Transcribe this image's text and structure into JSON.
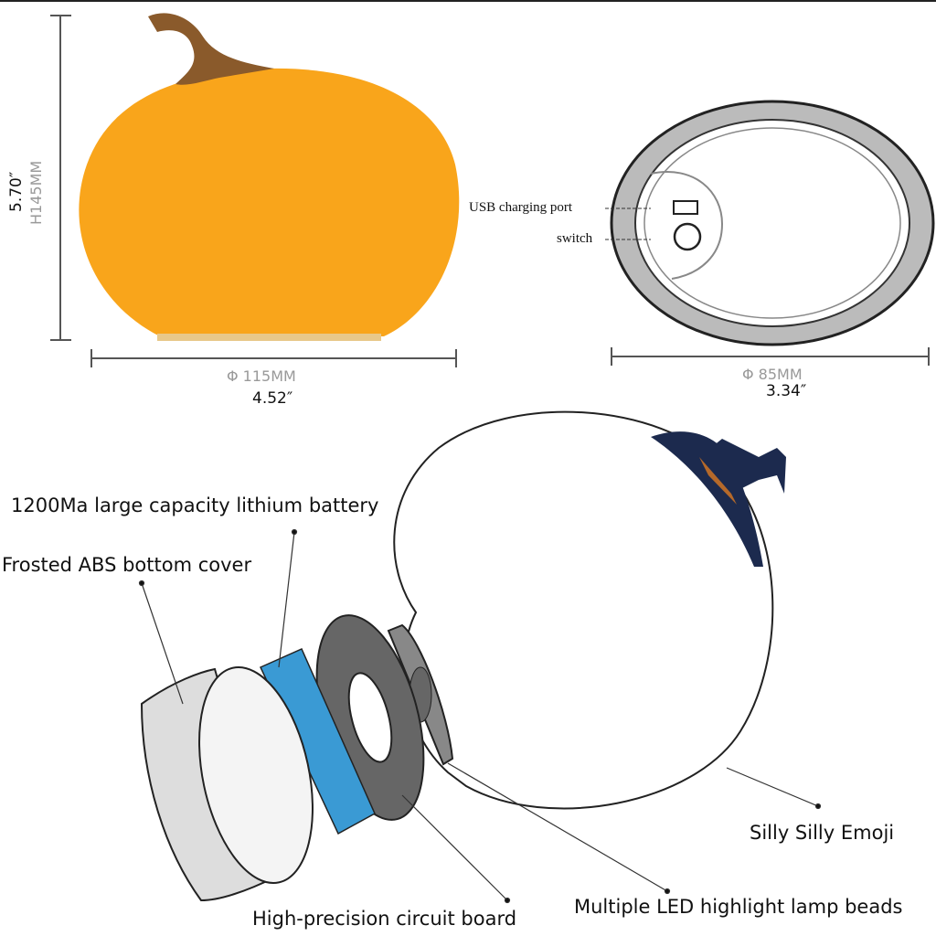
{
  "dimensions": {
    "height_in": "5.70″",
    "height_mm": "H145MM",
    "width_mm": "Φ 115MM",
    "width_in": "4.52″",
    "base_mm": "Φ 85MM",
    "base_in": "3.34″"
  },
  "bottom_view": {
    "usb_label": "USB charging port",
    "switch_label": "switch"
  },
  "exploded_view": {
    "battery": "1200Ma large capacity lithium battery",
    "cover": "Frosted ABS bottom cover",
    "emoji": "Silly Silly Emoji",
    "circuit": "High-precision circuit board",
    "led": "Multiple LED highlight lamp beads"
  },
  "colors": {
    "pumpkin": "#f9a51b",
    "stem": "#8a5a2b",
    "battery": "#3a9ad4",
    "hat": "#1c2a4e",
    "hatband": "#b5692a"
  }
}
